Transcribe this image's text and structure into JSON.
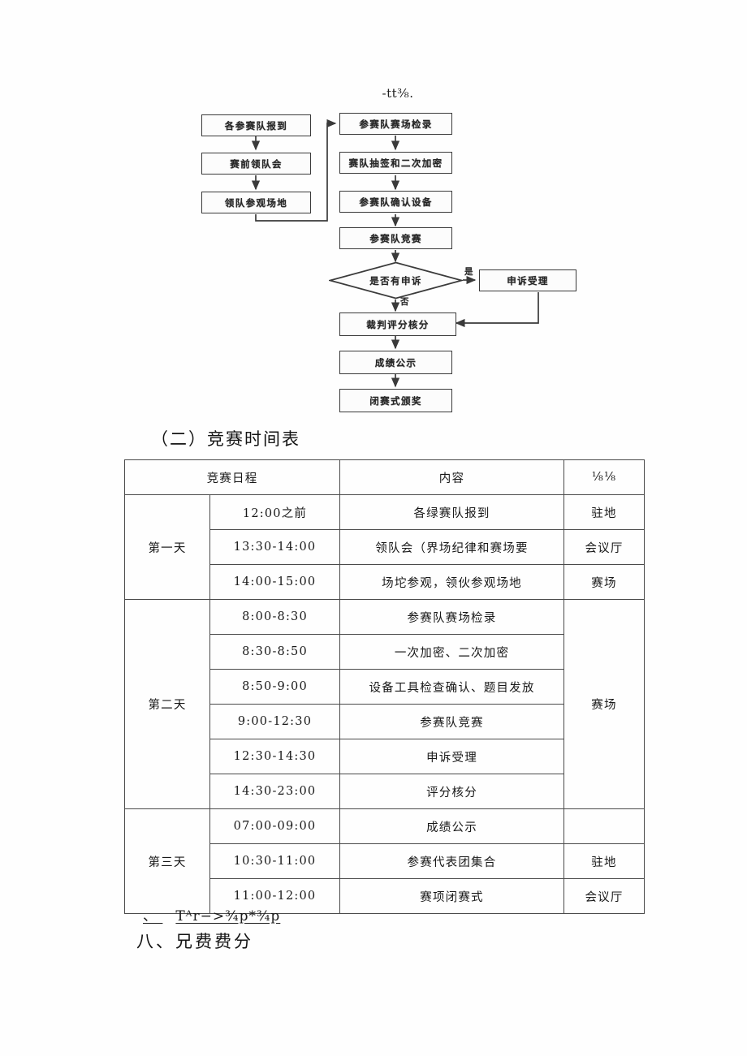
{
  "document": {
    "flowchart": {
      "caption": "-tt⅜.",
      "nodes": [
        {
          "id": "n1",
          "label": "各参赛队报到"
        },
        {
          "id": "n2",
          "label": "赛前领队会"
        },
        {
          "id": "n3",
          "label": "领队参观场地"
        },
        {
          "id": "n4",
          "label": "参赛队赛场检录"
        },
        {
          "id": "n5",
          "label": "赛队抽签和二次加密"
        },
        {
          "id": "n6",
          "label": "参赛队确认设备"
        },
        {
          "id": "n7",
          "label": "参赛队竞赛"
        },
        {
          "id": "n9",
          "label": "申诉受理"
        },
        {
          "id": "n10",
          "label": "裁判评分核分"
        },
        {
          "id": "n11",
          "label": "成绩公示"
        },
        {
          "id": "n12",
          "label": "闭赛式颁奖"
        }
      ],
      "decision": {
        "id": "n8",
        "label": "是否有申诉"
      },
      "edge_labels": {
        "yes": "是",
        "no": "否"
      }
    },
    "section_heading": "（二）竞赛时间表",
    "table": {
      "headers": [
        "竞赛日程",
        "内容",
        "⅛⅛"
      ],
      "groups": [
        {
          "day": "第一天",
          "place": null,
          "rows": [
            {
              "time": "12:00之前",
              "content": "各绿赛队报到",
              "place": "驻地"
            },
            {
              "time": "13:30-14:00",
              "content": "领队会（界场纪律和赛场要",
              "place": "会议厅"
            },
            {
              "time": "14:00-15:00",
              "content": "场坨参观，领伙参观场地",
              "place": "赛场"
            }
          ]
        },
        {
          "day": "第二天",
          "place": "赛场",
          "rows": [
            {
              "time": "8:00-8:30",
              "content": "参赛队赛场检录"
            },
            {
              "time": "8:30-8:50",
              "content": "一次加密、二次加密"
            },
            {
              "time": "8:50-9:00",
              "content": "设备工具检查确认、题目发放"
            },
            {
              "time": "9:00-12:30",
              "content": "参赛队竞赛"
            },
            {
              "time": "12:30-14:30",
              "content": "申诉受理"
            },
            {
              "time": "14:30-23:00",
              "content": "评分核分"
            }
          ]
        },
        {
          "day": "第三天",
          "place": null,
          "rows": [
            {
              "time": "07:00-09:00",
              "content": "成绩公示",
              "place": ""
            },
            {
              "time": "10:30-11:00",
              "content": "参赛代表团集合",
              "place": "驻地"
            },
            {
              "time": "11:00-12:00",
              "content": "赛项闭赛式",
              "place": "会议厅"
            }
          ]
        }
      ]
    },
    "footer": {
      "line1_prefix": "、",
      "line1_garbled": "Tᴬr−>¾p*¾p",
      "line2": "八、兄费费分"
    }
  }
}
